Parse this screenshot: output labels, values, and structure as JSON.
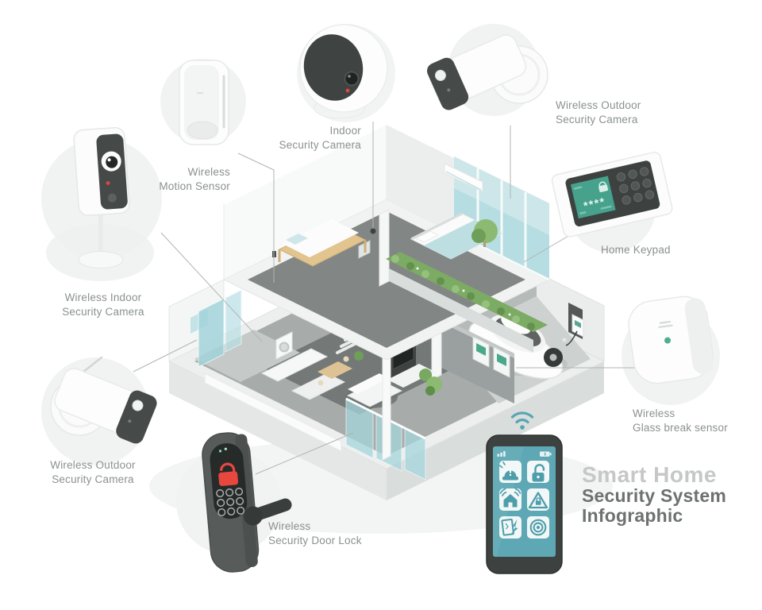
{
  "title": {
    "brand": "Smart Home",
    "line2": "Security System",
    "line3": "Infographic"
  },
  "devices": {
    "indoor_camera_stand": {
      "label": [
        "Wireless Indoor",
        "Security Camera"
      ]
    },
    "motion_sensor": {
      "label": [
        "Wireless",
        "Motion Sensor"
      ]
    },
    "indoor_camera_dome": {
      "label": [
        "Indoor",
        "Security Camera"
      ]
    },
    "outdoor_camera_top": {
      "label": [
        "Wireless Outdoor",
        "Security Camera"
      ]
    },
    "home_keypad": {
      "label": [
        "Home Keypad"
      ],
      "display": "****"
    },
    "glass_break_sensor": {
      "label": [
        "Wireless",
        "Glass break sensor"
      ]
    },
    "outdoor_camera_bottom": {
      "label": [
        "Wireless Outdoor",
        "Security Camera"
      ]
    },
    "door_lock": {
      "label": [
        "Wireless",
        "Security Door Lock"
      ]
    }
  },
  "phone": {
    "app_icons": [
      "siren-alert",
      "padlock-unlocked",
      "home-wifi",
      "warning-lock",
      "glass-break",
      "surveillance-eye"
    ],
    "status_icons": [
      "signal-bars",
      "battery"
    ],
    "connectivity_icon": "wifi"
  },
  "colors": {
    "accent_teal": "#5DA8B4",
    "screen_teal_keypad": "#46A28D",
    "alert_red": "#E8473E",
    "hedge_green": "#7CAB64",
    "label_gray": "#8B908F",
    "title_light": "#C6C8C7",
    "title_dark": "#6D7170",
    "device_dark": "#464B4A"
  }
}
